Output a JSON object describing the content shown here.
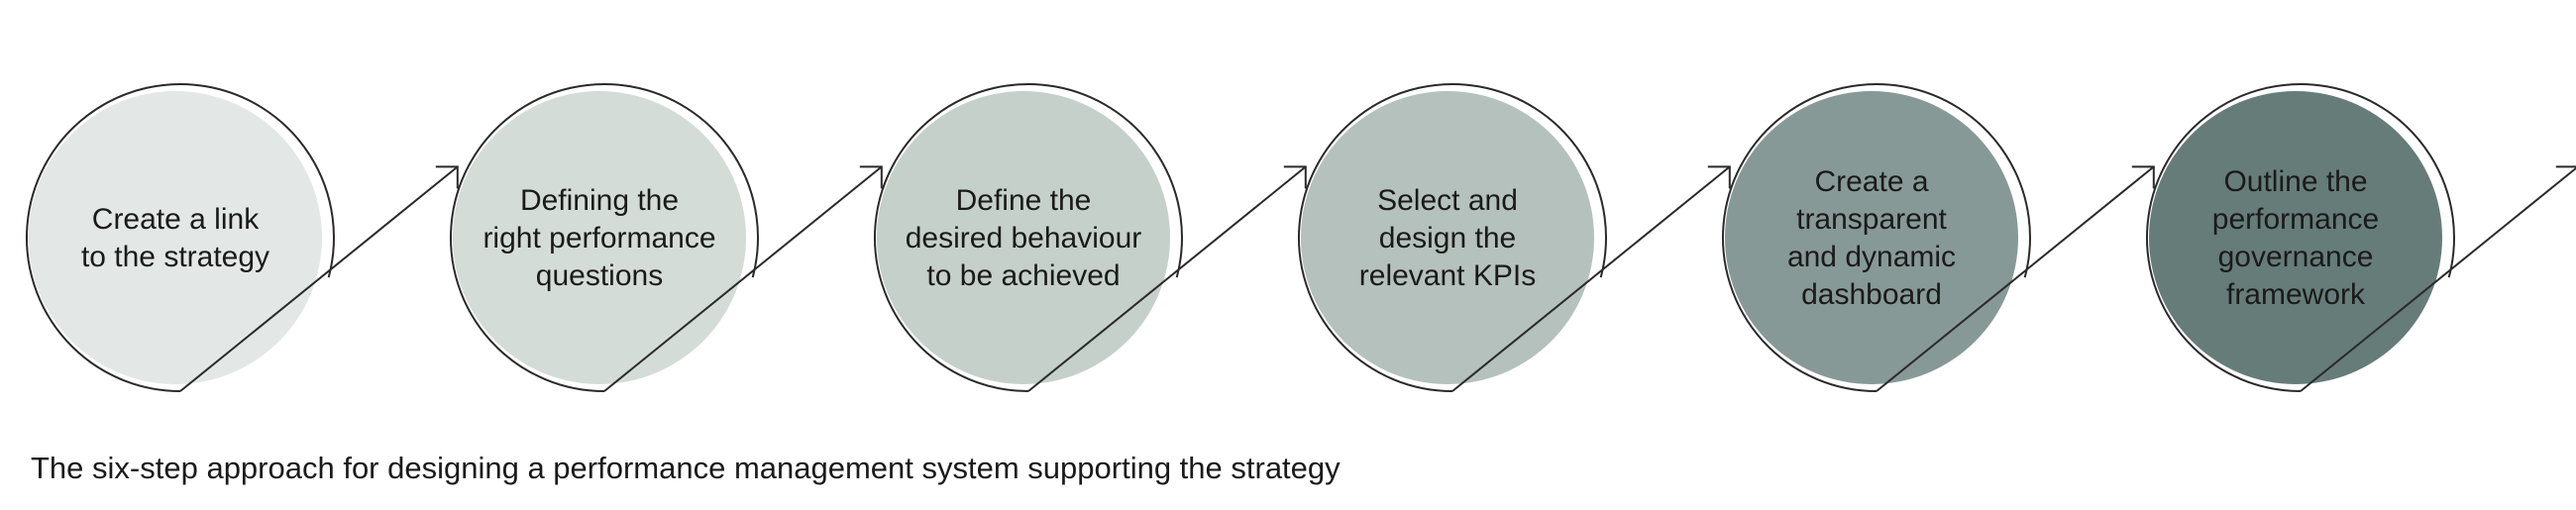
{
  "steps": [
    {
      "lines": [
        "Create a link",
        "to the strategy"
      ],
      "fill": "#e3e7e5"
    },
    {
      "lines": [
        "Defining the",
        "right performance",
        "questions"
      ],
      "fill": "#d4dcd8"
    },
    {
      "lines": [
        "Define the",
        "desired behaviour",
        "to be achieved"
      ],
      "fill": "#c5d0cb"
    },
    {
      "lines": [
        "Select and",
        "design the",
        "relevant KPIs"
      ],
      "fill": "#b5c1bc"
    },
    {
      "lines": [
        "Create a",
        "transparent",
        "and dynamic",
        "dashboard"
      ],
      "fill": "#879996"
    },
    {
      "lines": [
        "Outline the",
        "performance",
        "governance",
        "framework"
      ],
      "fill": "#667c79"
    }
  ],
  "colors": {
    "outline": "#2a2a2a",
    "text": "#1a1a1a"
  },
  "caption": "The six-step approach for designing a performance management system supporting the strategy"
}
